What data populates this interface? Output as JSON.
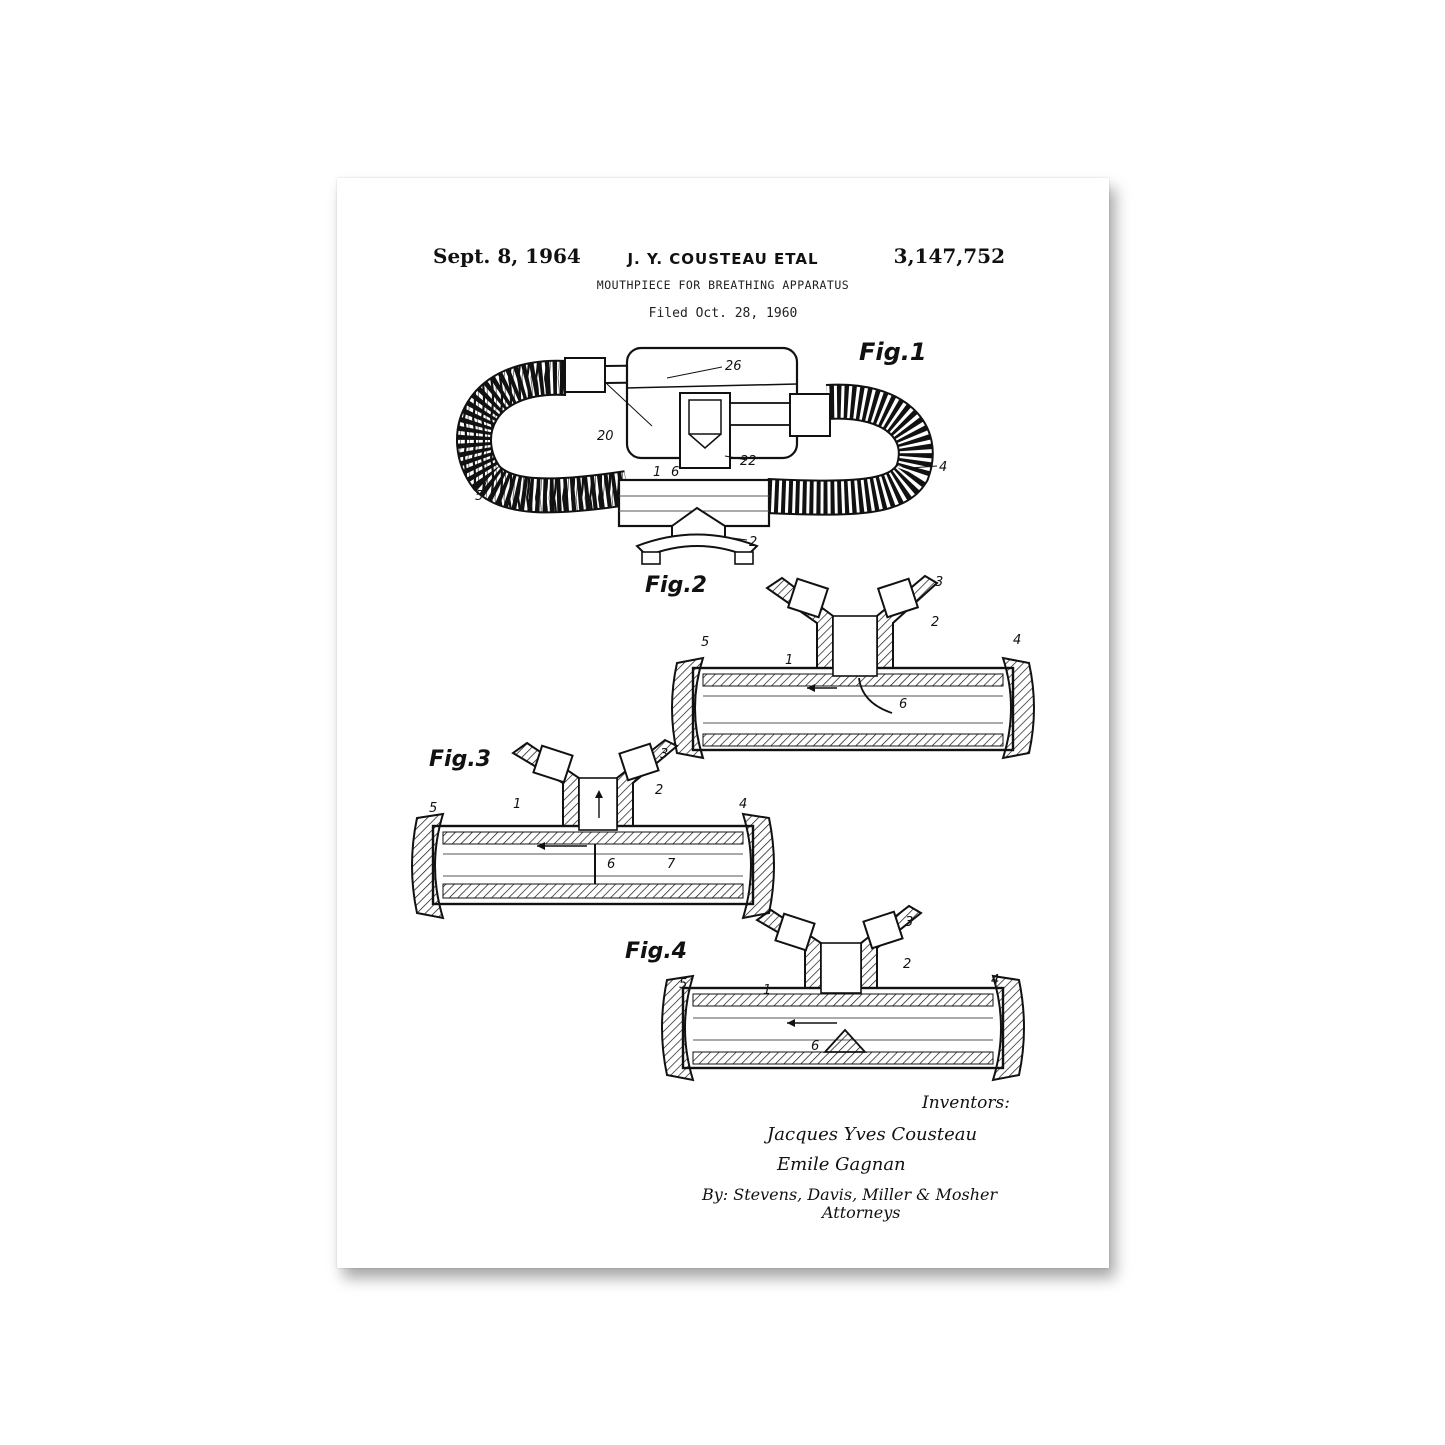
{
  "header": {
    "date": "Sept. 8, 1964",
    "inventor": "J. Y. COUSTEAU ETAL",
    "patent_number": "3,147,752",
    "title": "MOUTHPIECE FOR BREATHING APPARATUS",
    "filed": "Filed Oct. 28, 1960"
  },
  "figures": {
    "fig1": "Fig.1",
    "fig2": "Fig.2",
    "fig3": "Fig.3",
    "fig4": "Fig.4"
  },
  "reference_numerals": {
    "fig1": [
      "26",
      "20",
      "22",
      "1",
      "6",
      "4",
      "5",
      "2"
    ],
    "fig2": [
      "3",
      "2",
      "5",
      "1",
      "4",
      "6"
    ],
    "fig3": [
      "3",
      "2",
      "5",
      "1",
      "4",
      "6",
      "7"
    ],
    "fig4": [
      "3",
      "2",
      "5",
      "1",
      "4",
      "6"
    ]
  },
  "signatures": {
    "inventors_label": "Inventors:",
    "inventor_1": "Jacques Yves Cousteau",
    "inventor_2": "Emile Gagnan",
    "attorneys_line": "By: Stevens, Davis, Miller & Mosher",
    "attorneys_label": "Attorneys"
  }
}
